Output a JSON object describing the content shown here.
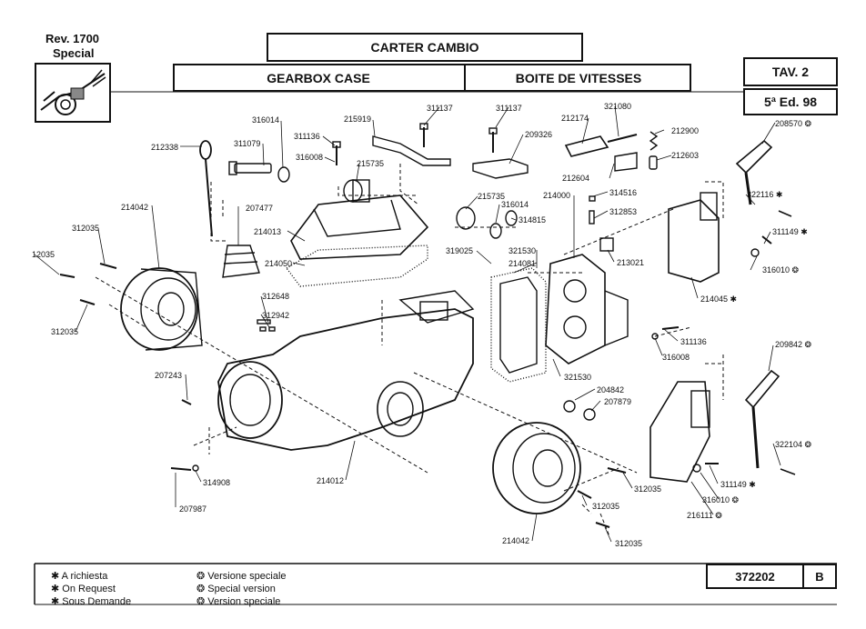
{
  "header": {
    "rev_line1": "Rev. 1700",
    "rev_line2": "Special",
    "title_it": "CARTER CAMBIO",
    "title_en": "GEARBOX CASE",
    "title_fr": "BOITE DE VITESSES",
    "tav": "TAV. 2",
    "edition": "5ª Ed. 98"
  },
  "parts": [
    {
      "id": "p1",
      "code": "212338"
    },
    {
      "id": "p2",
      "code": "311079"
    },
    {
      "id": "p3",
      "code": "316014"
    },
    {
      "id": "p4",
      "code": "311136"
    },
    {
      "id": "p5",
      "code": "316008"
    },
    {
      "id": "p6",
      "code": "215919"
    },
    {
      "id": "p7",
      "code": "311137"
    },
    {
      "id": "p8",
      "code": "311137"
    },
    {
      "id": "p9",
      "code": "209326"
    },
    {
      "id": "p10",
      "code": "215735"
    },
    {
      "id": "p11",
      "code": "321080"
    },
    {
      "id": "p12",
      "code": "212174"
    },
    {
      "id": "p13",
      "code": "212900"
    },
    {
      "id": "p14",
      "code": "212603"
    },
    {
      "id": "p15",
      "code": "212604"
    },
    {
      "id": "p16",
      "code": "208570"
    },
    {
      "id": "p17",
      "code": "214042"
    },
    {
      "id": "p18",
      "code": "207477"
    },
    {
      "id": "p19",
      "code": "214013"
    },
    {
      "id": "p20",
      "code": "215735"
    },
    {
      "id": "p21",
      "code": "316014"
    },
    {
      "id": "p22",
      "code": "314815"
    },
    {
      "id": "p23",
      "code": "214000"
    },
    {
      "id": "p24",
      "code": "314516"
    },
    {
      "id": "p25",
      "code": "312853"
    },
    {
      "id": "p26",
      "code": "322116"
    },
    {
      "id": "p27",
      "code": "312035"
    },
    {
      "id": "p28",
      "code": "12035"
    },
    {
      "id": "p29",
      "code": "214050"
    },
    {
      "id": "p30",
      "code": "319025"
    },
    {
      "id": "p31",
      "code": "321530"
    },
    {
      "id": "p32",
      "code": "214081"
    },
    {
      "id": "p33",
      "code": "213021"
    },
    {
      "id": "p34",
      "code": "311149"
    },
    {
      "id": "p35",
      "code": "316010"
    },
    {
      "id": "p36",
      "code": "312648"
    },
    {
      "id": "p37",
      "code": "312942"
    },
    {
      "id": "p38",
      "code": "214045"
    },
    {
      "id": "p39",
      "code": "312035"
    },
    {
      "id": "p40",
      "code": "311136"
    },
    {
      "id": "p41",
      "code": "316008"
    },
    {
      "id": "p42",
      "code": "209842"
    },
    {
      "id": "p43",
      "code": "207243"
    },
    {
      "id": "p44",
      "code": "321530"
    },
    {
      "id": "p45",
      "code": "204842"
    },
    {
      "id": "p46",
      "code": "207879"
    },
    {
      "id": "p47",
      "code": "322104"
    },
    {
      "id": "p48",
      "code": "214012"
    },
    {
      "id": "p49",
      "code": "314908"
    },
    {
      "id": "p50",
      "code": "207987"
    },
    {
      "id": "p51",
      "code": "312035"
    },
    {
      "id": "p52",
      "code": "311149"
    },
    {
      "id": "p53",
      "code": "316010"
    },
    {
      "id": "p54",
      "code": "216111"
    },
    {
      "id": "p55",
      "code": "312035"
    },
    {
      "id": "p56",
      "code": "214042"
    },
    {
      "id": "p57",
      "code": "312035"
    }
  ],
  "legend": {
    "on_request_it": "A richiesta",
    "on_request_en": "On Request",
    "on_request_fr": "Sous Demande",
    "special_it": "Versione speciale",
    "special_en": "Special version",
    "special_fr": "Version speciale"
  },
  "footer": {
    "code": "372202",
    "rev": "B"
  }
}
